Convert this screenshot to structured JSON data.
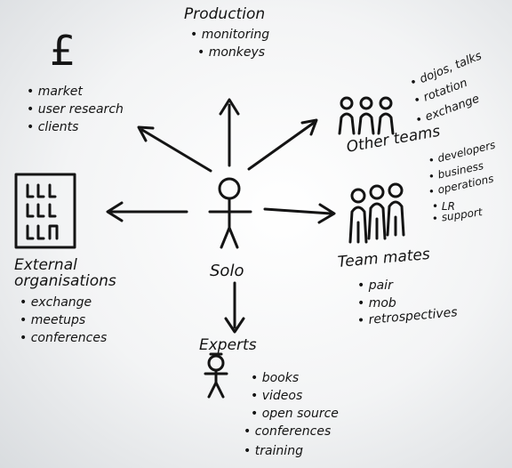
{
  "center": {
    "label": "Solo"
  },
  "production": {
    "title": "Production",
    "items": [
      "monitoring",
      "monkeys"
    ]
  },
  "money": {
    "symbol": "£",
    "items": [
      "market",
      "user research",
      "clients"
    ]
  },
  "other_teams": {
    "title": "Other teams",
    "items_top": [
      "dojos, talks",
      "rotation",
      "exchange"
    ],
    "items_bottom": [
      "developers",
      "business",
      "operations",
      "LR",
      "support"
    ]
  },
  "external": {
    "title_line1": "External",
    "title_line2": "organisations",
    "items": [
      "exchange",
      "meetups",
      "conferences"
    ]
  },
  "team_mates": {
    "title": "Team mates",
    "items": [
      "pair",
      "mob",
      "retrospectives"
    ]
  },
  "experts": {
    "title": "Experts",
    "items": [
      "books",
      "videos",
      "open source",
      "conferences",
      "training"
    ]
  },
  "icons": [
    "stick-figure",
    "people-group",
    "building",
    "pound-sign"
  ]
}
